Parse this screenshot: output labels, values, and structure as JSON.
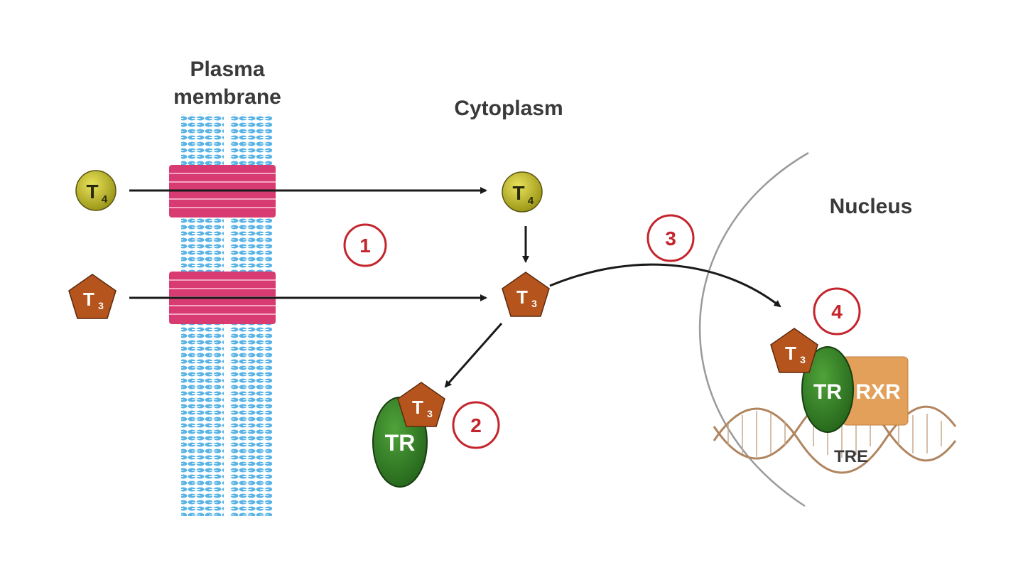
{
  "labels": {
    "plasma_membrane_line1": "Plasma",
    "plasma_membrane_line2": "membrane",
    "cytoplasm": "Cytoplasm",
    "nucleus": "Nucleus",
    "tre": "TRE"
  },
  "hormones": {
    "t4_main": "T",
    "t4_sub": "4",
    "t3_main": "T",
    "t3_sub": "3"
  },
  "proteins": {
    "tr": "TR",
    "rxr": "RXR"
  },
  "steps": [
    "1",
    "2",
    "3",
    "4"
  ],
  "colors": {
    "membrane_lipid": "#5ab4e6",
    "transporter": "#d83a72",
    "t4": "#c9c22a",
    "t3": "#b5541c",
    "tr": "#3a8a2a",
    "rxr": "#e3a05a",
    "step_circle": "#c4242b",
    "dna": "#b0855f"
  }
}
